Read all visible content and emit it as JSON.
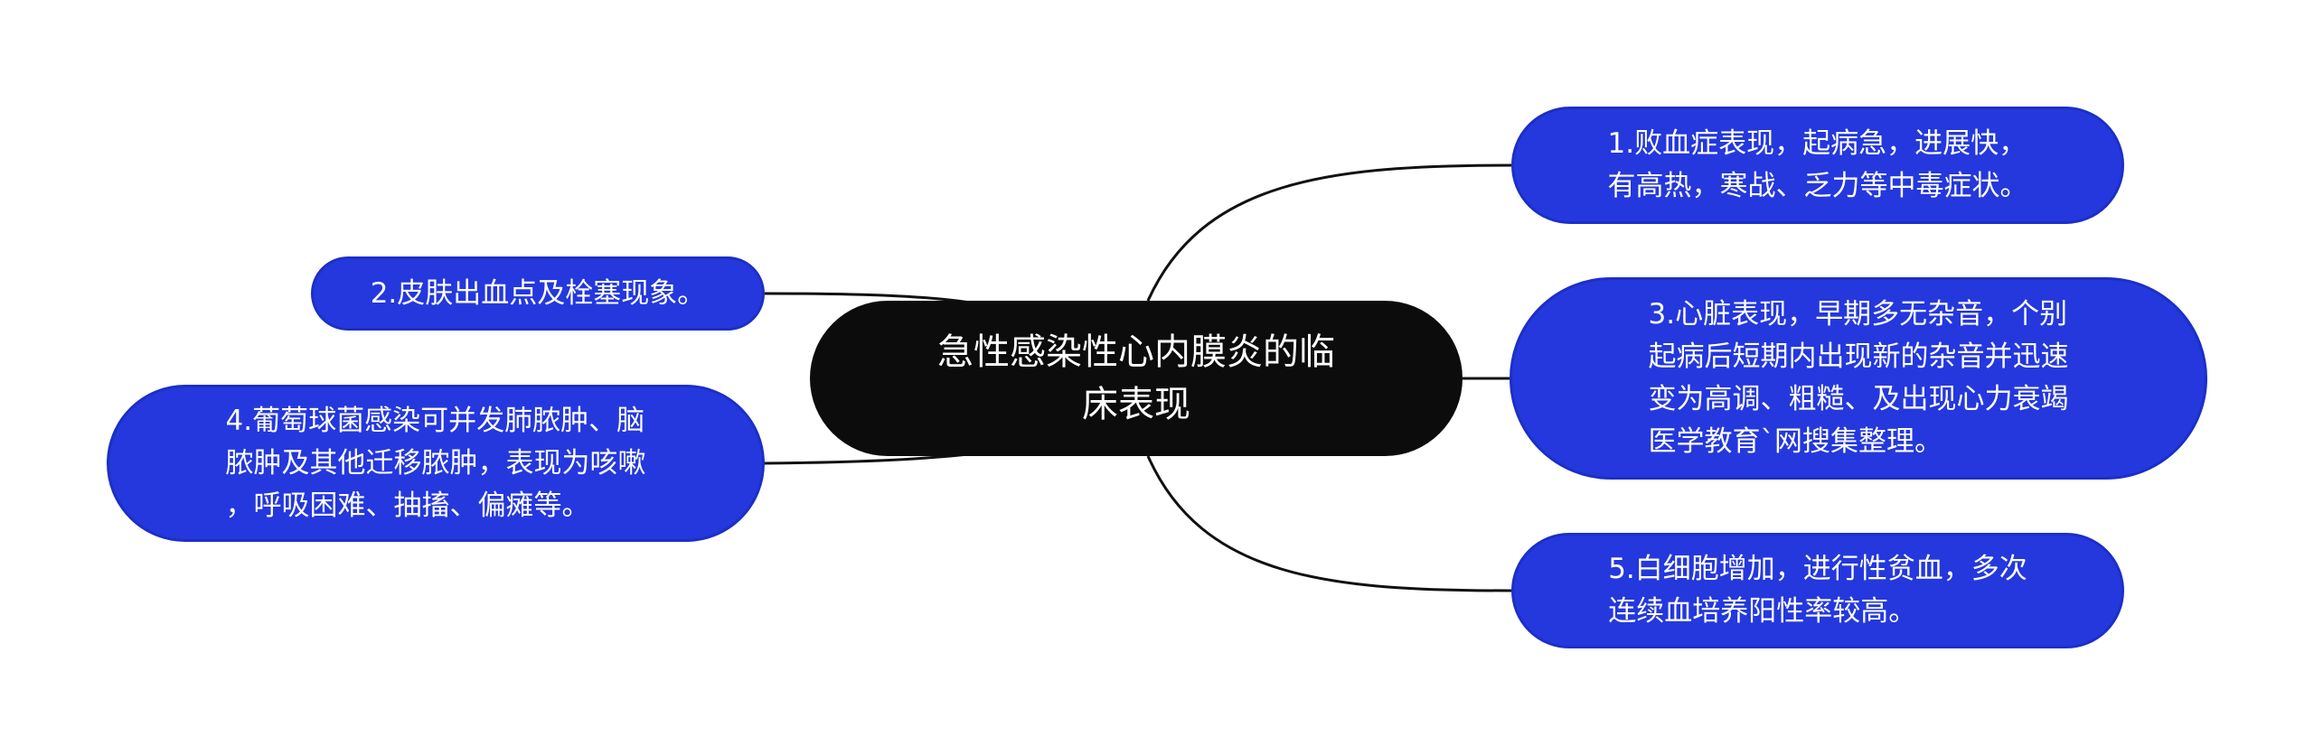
{
  "mindmap": {
    "center": {
      "text": "急性感染性心内膜炎的临\n床表现"
    },
    "topics": [
      {
        "id": "1",
        "text": "1.败血症表现，起病急，进展快，\n有高热，寒战、乏力等中毒症状。"
      },
      {
        "id": "2",
        "text": "2.皮肤出血点及栓塞现象。"
      },
      {
        "id": "3",
        "text": "3.心脏表现，早期多无杂音，个别\n起病后短期内出现新的杂音并迅速\n变为高调、粗糙、及出现心力衰竭\n医学教育`网搜集整理。"
      },
      {
        "id": "4",
        "text": "4.葡萄球菌感染可并发肺脓肿、脑\n脓肿及其他迁移脓肿，表现为咳嗽\n，呼吸困难、抽搐、偏瘫等。"
      },
      {
        "id": "5",
        "text": "5.白细胞增加，进行性贫血，多次\n连续血培养阳性率较高。"
      }
    ]
  },
  "colors": {
    "center_fill": "#0c0c0c",
    "topic_fill": "#2438dd",
    "connector": "#111111"
  }
}
